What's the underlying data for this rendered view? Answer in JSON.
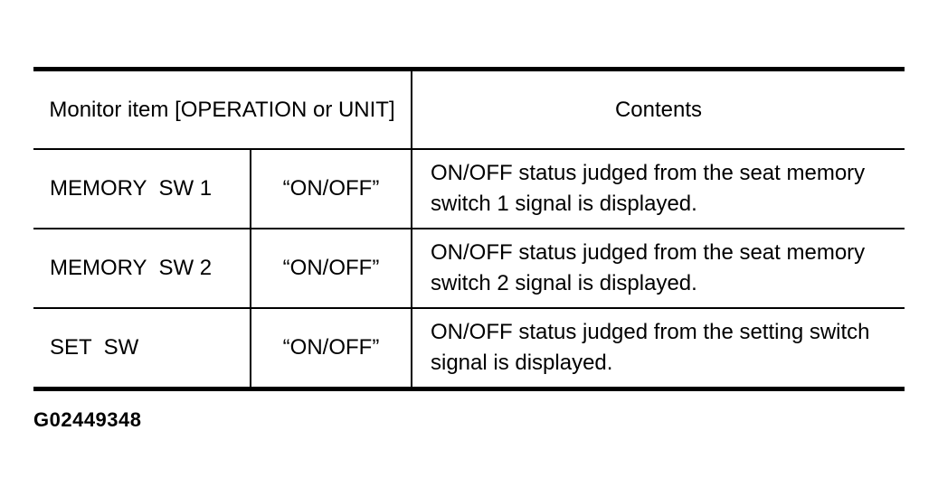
{
  "header": {
    "monitor_item": "Monitor item [OPERATION or UNIT]",
    "contents": "Contents"
  },
  "rows": [
    {
      "name": "MEMORY  SW 1",
      "value": "“ON/OFF”",
      "description": "ON/OFF status judged from the seat memory switch 1 signal is displayed."
    },
    {
      "name": "MEMORY  SW 2",
      "value": "“ON/OFF”",
      "description": "ON/OFF status judged from the seat memory switch 2 signal is displayed."
    },
    {
      "name": "SET  SW",
      "value": "“ON/OFF”",
      "description": "ON/OFF status judged from the setting switch signal is displayed."
    }
  ],
  "figure_id": "G02449348"
}
